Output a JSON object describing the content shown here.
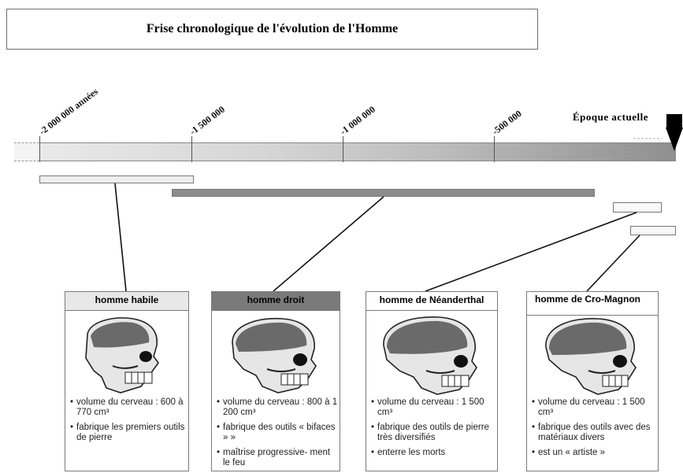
{
  "title": "Frise chronologique de l'évolution de l'Homme",
  "timeline": {
    "ticks": [
      "-2 000 000 années",
      "-1 500 000",
      "-1 000 000",
      "-500 000"
    ],
    "current_label": "Époque actuelle"
  },
  "species": [
    {
      "name": "homme habile",
      "facts": [
        "volume du cerveau : 600 à 770 cm³",
        "fabrique les premiers outils de pierre"
      ]
    },
    {
      "name": "homme droit",
      "facts": [
        "volume du cerveau : 800 à 1 200 cm³",
        "fabrique des outils « bifaces » »",
        "maîtrise progressive- ment le feu"
      ]
    },
    {
      "name": "homme de Néanderthal",
      "facts": [
        "volume du cerveau : 1 500 cm³",
        "fabrique des outils de pierre très diversifiés",
        "enterre les morts"
      ]
    },
    {
      "name": "homme de Cro-Magnon",
      "facts": [
        "volume du cerveau : 1 500 cm³",
        "fabrique des outils avec des matériaux divers",
        "est un « artiste »"
      ]
    }
  ],
  "colors": {
    "header_habile": "#e8e8e8",
    "header_droit": "#7a7a7a",
    "header_neander": "#ffffff",
    "header_cro": "#ffffff"
  }
}
